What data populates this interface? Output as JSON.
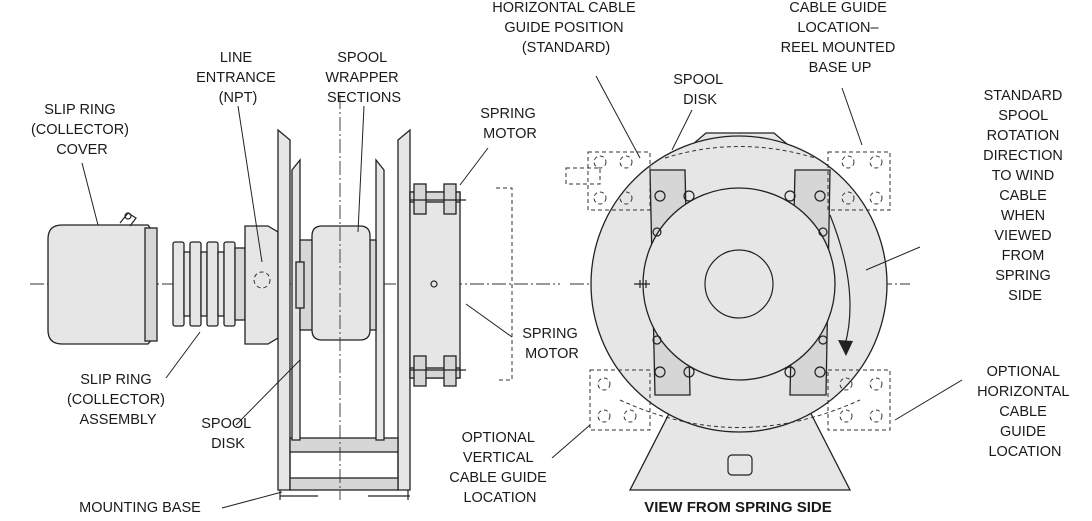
{
  "labels": {
    "slip_ring_cover": [
      "SLIP RING",
      "(COLLECTOR)",
      "COVER"
    ],
    "line_entrance": [
      "LINE",
      "ENTRANCE",
      "(NPT)"
    ],
    "spool_wrapper": [
      "SPOOL",
      "WRAPPER",
      "SECTIONS"
    ],
    "spring_motor_top": [
      "SPRING",
      "MOTOR"
    ],
    "horizontal_guide_std": [
      "HORIZONTAL CABLE",
      "GUIDE POSITION",
      "(STANDARD)"
    ],
    "spool_disk_top": [
      "SPOOL",
      "DISK"
    ],
    "cable_guide_reel": [
      "CABLE GUIDE",
      "LOCATION–",
      "REEL MOUNTED",
      "BASE UP"
    ],
    "rotation_note": [
      "STANDARD",
      "SPOOL",
      "ROTATION",
      "DIRECTION",
      "TO WIND",
      "CABLE",
      "WHEN",
      "VIEWED",
      "FROM",
      "SPRING",
      "SIDE"
    ],
    "spring_motor_mid": [
      "SPRING",
      "MOTOR"
    ],
    "slip_ring_assembly": [
      "SLIP RING",
      "(COLLECTOR)",
      "ASSEMBLY"
    ],
    "spool_disk_bottom": [
      "SPOOL",
      "DISK"
    ],
    "optional_vertical": [
      "OPTIONAL",
      "VERTICAL",
      "CABLE GUIDE",
      "LOCATION"
    ],
    "optional_horizontal": [
      "OPTIONAL",
      "HORIZONTAL",
      "CABLE",
      "GUIDE",
      "LOCATION"
    ],
    "mounting_base": [
      "MOUNTING BASE"
    ],
    "view_caption": "VIEW FROM SPRING SIDE"
  }
}
